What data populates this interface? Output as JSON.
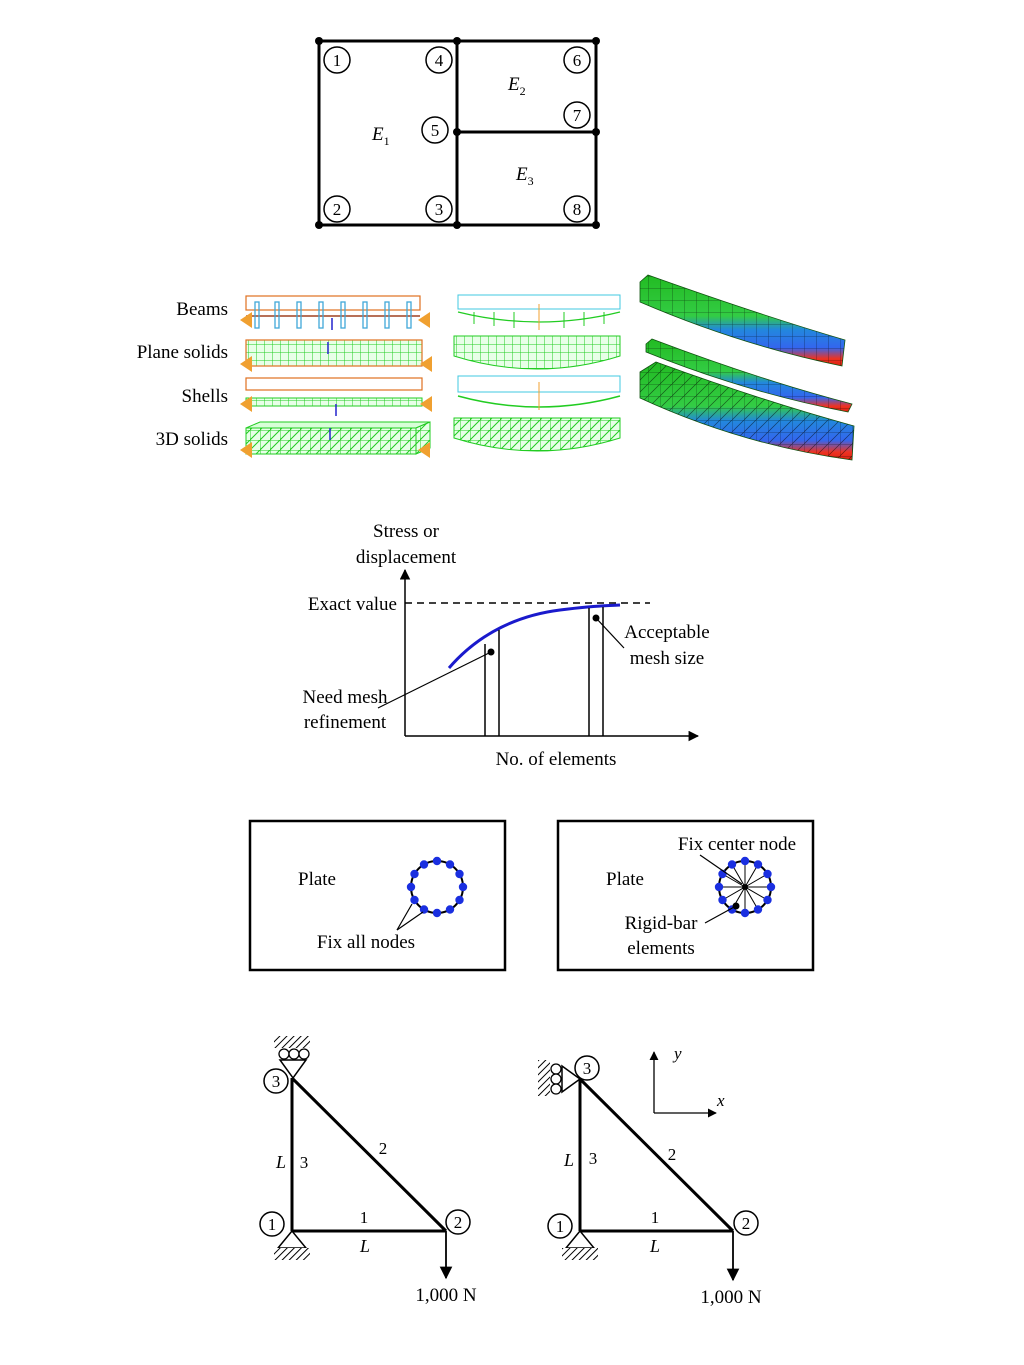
{
  "mesh_example": {
    "elements": [
      {
        "label": "E",
        "sub": "1"
      },
      {
        "label": "E",
        "sub": "2"
      },
      {
        "label": "E",
        "sub": "3"
      }
    ],
    "nodes": [
      "1",
      "2",
      "3",
      "4",
      "5",
      "6",
      "7",
      "8"
    ]
  },
  "element_types": {
    "labels": [
      "Beams",
      "Plane solids",
      "Shells",
      "3D solids"
    ]
  },
  "convergence": {
    "ylabel_line1": "Stress or",
    "ylabel_line2": "displacement",
    "xlabel": "No. of elements",
    "exact_label": "Exact value",
    "refine_line1": "Need mesh",
    "refine_line2": "refinement",
    "accept_line1": "Acceptable",
    "accept_line2": "mesh size"
  },
  "plates": {
    "left_title": "Plate",
    "left_note": "Fix all nodes",
    "right_title": "Plate",
    "right_note_top": "Fix center node",
    "right_note_line1": "Rigid-bar",
    "right_note_line2": "elements"
  },
  "trusses": {
    "node_labels": [
      "1",
      "2",
      "3"
    ],
    "element_labels": [
      "1",
      "2",
      "3"
    ],
    "length_label": "L",
    "load_label": "1,000 N",
    "axis_x": "x",
    "axis_y": "y"
  },
  "colors": {
    "curve": "#1a1acc",
    "node_blue": "#1a2fe0",
    "mesh_green": "#22cc22",
    "frame_orange": "#e07020",
    "support_orange": "#f0a030",
    "beam_cyan": "#40a8d8"
  }
}
